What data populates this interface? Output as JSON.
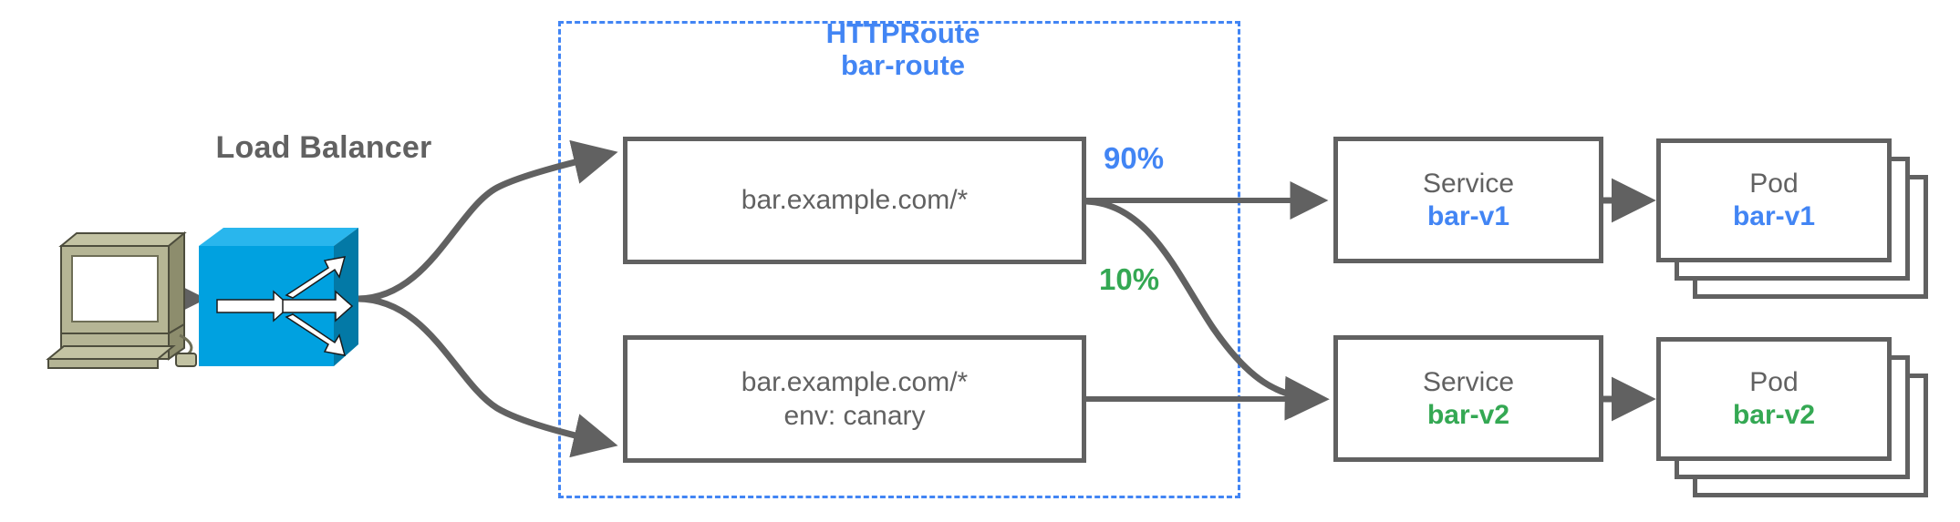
{
  "diagram": {
    "title_present": false,
    "colors": {
      "blue": "#4285f4",
      "green": "#34a853",
      "gray": "#616161",
      "lb_icon_blue": "#00a1e0",
      "computer_beige": "#aeae8e"
    }
  },
  "client": {
    "icon": "desktop-computer-icon"
  },
  "load_balancer": {
    "label": "Load Balancer",
    "icon": "load-balancer-switch-icon"
  },
  "httproute": {
    "kind": "HTTPRoute",
    "name": "bar-route",
    "rules": [
      {
        "id": "rule-1",
        "lines": [
          "bar.example.com/*"
        ],
        "weights": [
          {
            "label": "90%",
            "color": "#4285f4",
            "target": "bar-v1"
          },
          {
            "label": "10%",
            "color": "#34a853",
            "target": "bar-v2"
          }
        ]
      },
      {
        "id": "rule-2",
        "lines": [
          "bar.example.com/*",
          "env: canary"
        ],
        "weights": []
      }
    ]
  },
  "backends": [
    {
      "id": "backend-v1",
      "service": {
        "kind": "Service",
        "name": "bar-v1",
        "color": "#4285f4"
      },
      "pods": {
        "kind": "Pod",
        "name": "bar-v1",
        "color": "#4285f4",
        "replicas": 3
      }
    },
    {
      "id": "backend-v2",
      "service": {
        "kind": "Service",
        "name": "bar-v2",
        "color": "#34a853"
      },
      "pods": {
        "kind": "Pod",
        "name": "bar-v2",
        "color": "#34a853",
        "replicas": 3
      }
    }
  ],
  "edges": [
    {
      "from": "client",
      "to": "load-balancer",
      "style": "straight-arrow"
    },
    {
      "from": "load-balancer",
      "to": "rule-1",
      "style": "curved-arrow"
    },
    {
      "from": "load-balancer",
      "to": "rule-2",
      "style": "curved-arrow"
    },
    {
      "from": "rule-1",
      "to": "service-bar-v1",
      "style": "straight-arrow",
      "label": "90%"
    },
    {
      "from": "rule-1",
      "to": "service-bar-v2",
      "style": "curved-arrow",
      "label": "10%"
    },
    {
      "from": "rule-2",
      "to": "service-bar-v2",
      "style": "straight-arrow"
    },
    {
      "from": "service-bar-v1",
      "to": "pods-bar-v1",
      "style": "straight-arrow"
    },
    {
      "from": "service-bar-v2",
      "to": "pods-bar-v2",
      "style": "straight-arrow"
    }
  ]
}
